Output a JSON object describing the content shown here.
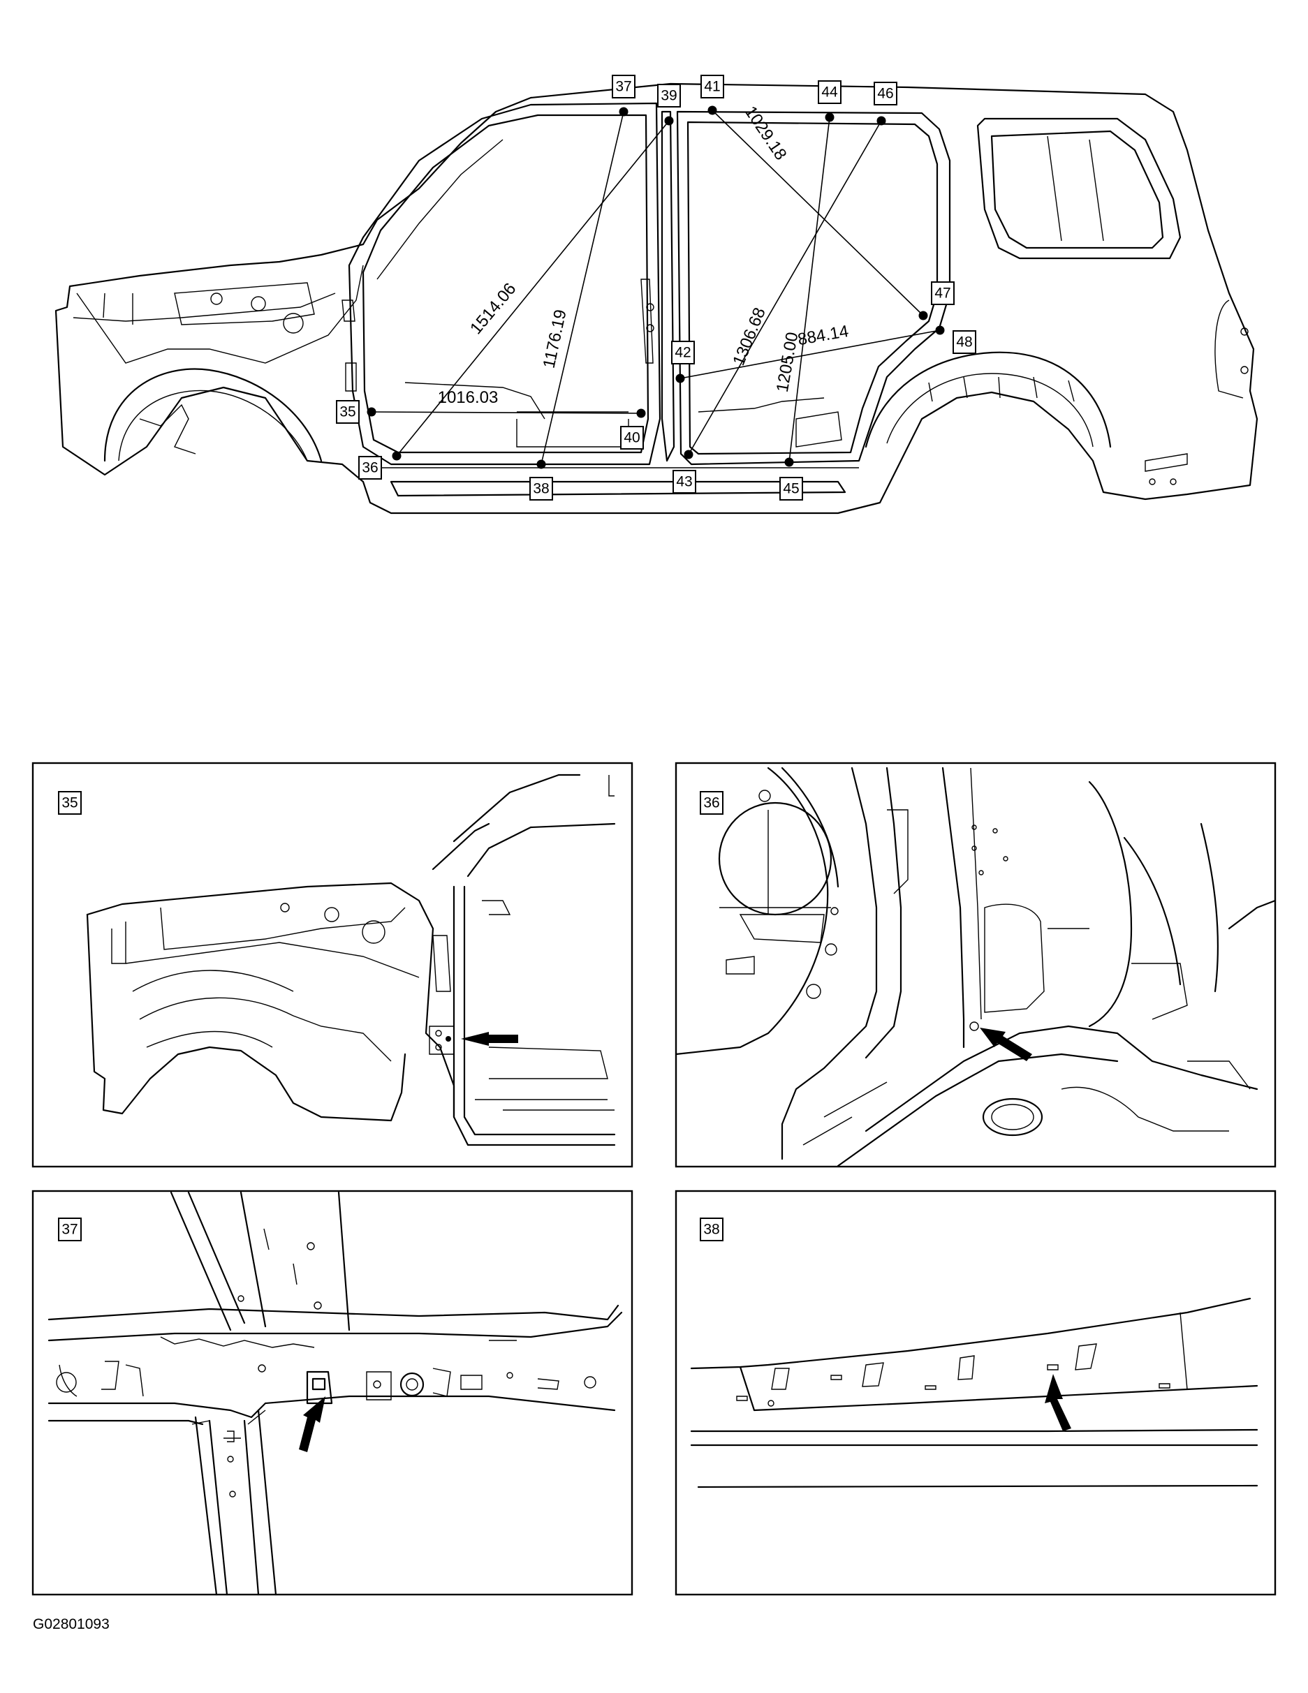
{
  "figure_id": "G02801093",
  "overview": {
    "point_labels": [
      {
        "id": "35",
        "label": "35"
      },
      {
        "id": "36",
        "label": "36"
      },
      {
        "id": "37",
        "label": "37"
      },
      {
        "id": "38",
        "label": "38"
      },
      {
        "id": "39",
        "label": "39"
      },
      {
        "id": "40",
        "label": "40"
      },
      {
        "id": "41",
        "label": "41"
      },
      {
        "id": "42",
        "label": "42"
      },
      {
        "id": "43",
        "label": "43"
      },
      {
        "id": "44",
        "label": "44"
      },
      {
        "id": "45",
        "label": "45"
      },
      {
        "id": "46",
        "label": "46"
      },
      {
        "id": "47",
        "label": "47"
      },
      {
        "id": "48",
        "label": "48"
      }
    ],
    "measurements": [
      {
        "from": "36",
        "to": "39",
        "value": "1514.06"
      },
      {
        "from": "38",
        "to": "37",
        "value": "1176.19"
      },
      {
        "from": "35",
        "to": "40",
        "value": "1016.03"
      },
      {
        "from": "41",
        "to": "47",
        "value": "1029.18"
      },
      {
        "from": "43",
        "to": "46",
        "value": "1306.68"
      },
      {
        "from": "45",
        "to": "44",
        "value": "1205.00"
      },
      {
        "from": "42",
        "to": "48",
        "value": "884.14"
      }
    ]
  },
  "details": [
    {
      "id": "35",
      "label": "35"
    },
    {
      "id": "36",
      "label": "36"
    },
    {
      "id": "37",
      "label": "37"
    },
    {
      "id": "38",
      "label": "38"
    }
  ]
}
